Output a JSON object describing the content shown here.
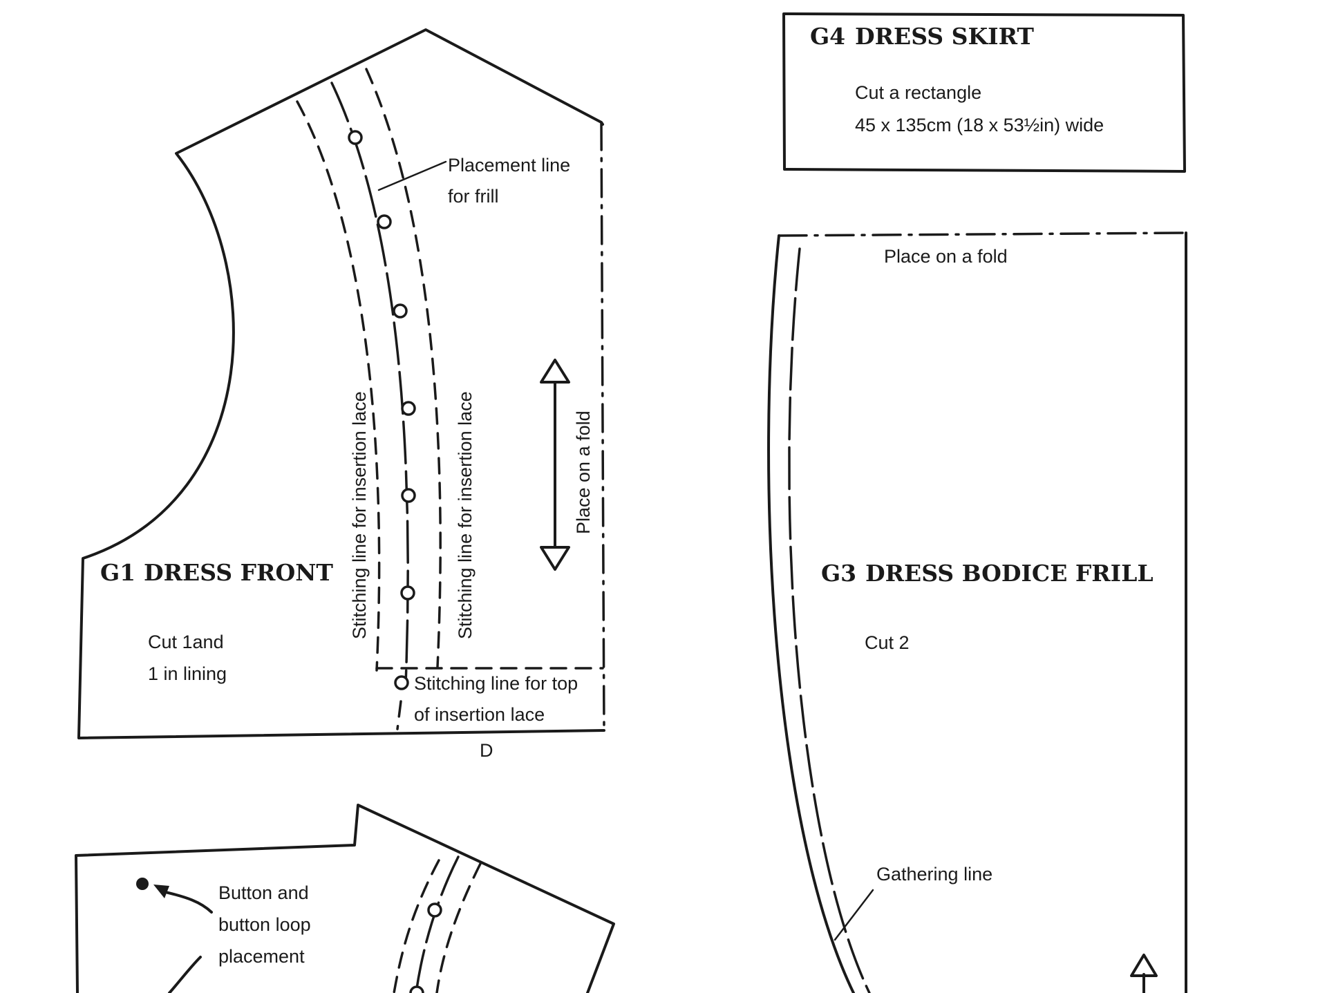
{
  "pieces": {
    "g4": {
      "code": "G4",
      "title": "DRESS SKIRT",
      "line1": "Cut a rectangle",
      "line2": "45 x 135cm (18 x 53½in) wide"
    },
    "g3": {
      "code": "G3",
      "title": "DRESS BODICE FRILL",
      "fold": "Place on a fold",
      "cut": "Cut 2",
      "gathering": "Gathering line"
    },
    "g1": {
      "code": "G1",
      "title": "DRESS FRONT",
      "cut1": "Cut 1and",
      "cut2": "1 in lining",
      "frill1": "Placement line",
      "frill2": "for frill",
      "stitch_left": "Stitching line for insertion lace",
      "stitch_right": "Stitching line for insertion lace",
      "fold": "Place on a fold",
      "top1": "Stitching line for top",
      "top2": "of insertion lace",
      "corner": "D"
    },
    "g2": {
      "button1": "Button and",
      "button2": "button loop",
      "button3": "placement"
    }
  },
  "colors": {
    "ink": "#1a1a1a",
    "paper": "#ffffff"
  }
}
